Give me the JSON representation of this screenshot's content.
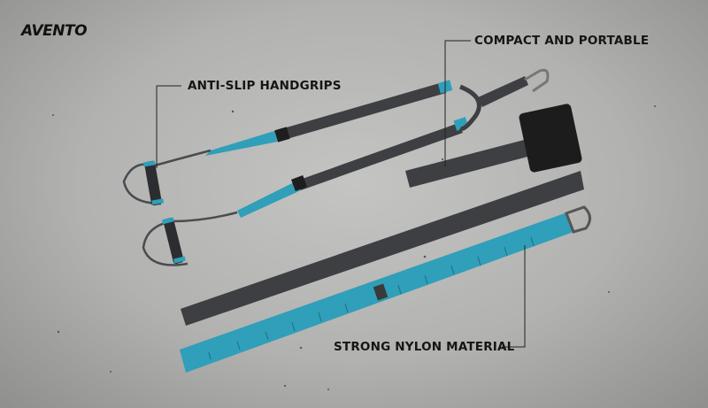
{
  "brand": {
    "logo_text": "AVENTO"
  },
  "callouts": {
    "compact": "COMPACT AND PORTABLE",
    "handgrips": "ANTI-SLIP HANDGRIPS",
    "nylon": "STRONG NYLON MATERIAL"
  },
  "colors": {
    "strap_dark": "#3e3f43",
    "strap_teal": "#2f9fba",
    "handle": "#2c2d30",
    "anchor_pad": "#1c1c1c",
    "text": "#151515"
  }
}
